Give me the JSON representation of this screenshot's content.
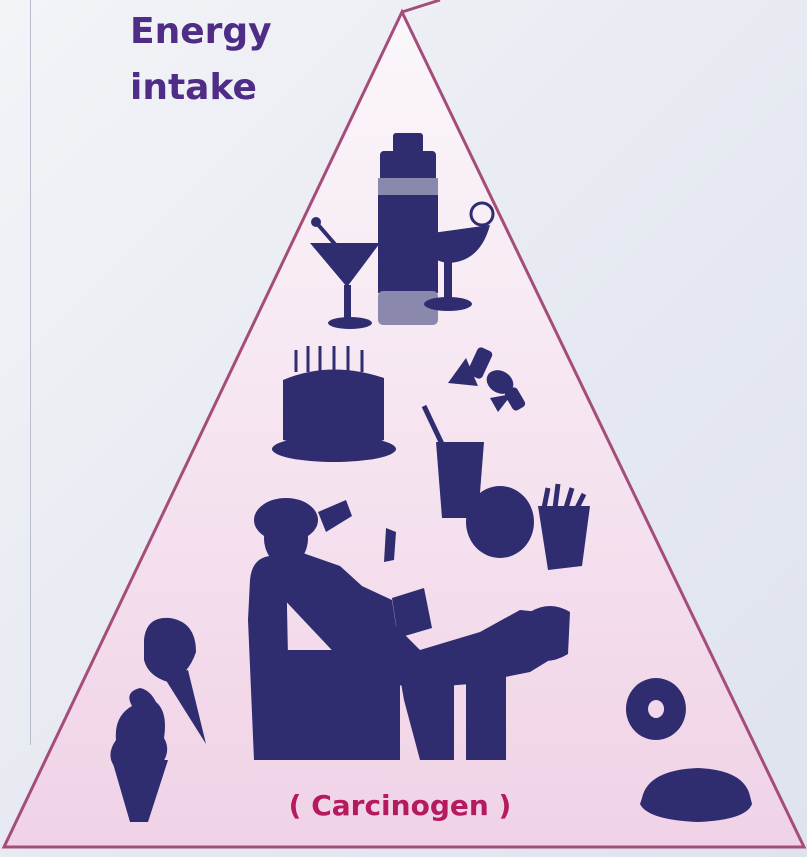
{
  "heading": {
    "line1": "Energy",
    "line2": "intake"
  },
  "caption": "( Carcinogen )",
  "colors": {
    "silhouette": "#2f2c70",
    "title": "#4f2c86",
    "caption": "#b5195f",
    "triangle_stroke": "#a54d7a",
    "triangle_fill_top": "#fbf7fb",
    "triangle_fill_bottom": "#f0d2e6"
  },
  "icons": [
    "martini-glass-icon",
    "bottle-icon",
    "cocktail-glass-icon",
    "birthday-cake-icon",
    "candy-icon",
    "soda-cup-icon",
    "burger-icon",
    "fries-icon",
    "person-in-armchair-icon",
    "ice-cream-cone-icon",
    "soft-serve-icon",
    "donut-icon",
    "pie-icon"
  ]
}
